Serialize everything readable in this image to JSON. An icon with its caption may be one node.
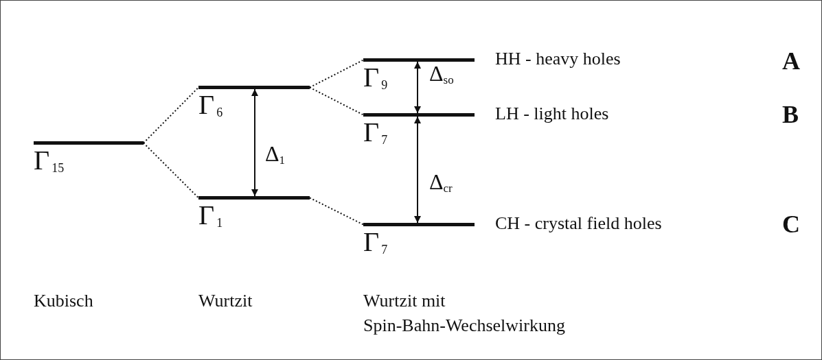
{
  "diagram": {
    "nodes": [
      {
        "text": [
          "Γ$_{15}$"
        ]
      },
      {
        "text": [
          "Γ$_{6}$"
        ]
      },
      {
        "text": [
          "Γ$_{1}$"
        ]
      },
      {
        "text": [
          "Γ$_{9}$"
        ],
        "beside": [
          "HH - heavy holes"
        ]
      },
      {
        "text": [
          "Γ$_{7}$"
        ],
        "beside": [
          "LH - light holes"
        ]
      },
      {
        "text": [
          "Γ$_{7}$"
        ],
        "beside": [
          "CH - crystal field holes"
        ]
      }
    ],
    "edges": [
      {
        "from": 0,
        "to": 1,
        "arrow": "none",
        "style": "dashed"
      },
      {
        "from": 0,
        "to": 2,
        "arrow": "none",
        "style": "dashed"
      },
      {
        "from": 1,
        "to": 3,
        "arrow": "none",
        "style": "dashed"
      },
      {
        "from": 1,
        "to": 4,
        "arrow": "none",
        "style": "dashed"
      },
      {
        "from": 2,
        "to": 5,
        "arrow": "none",
        "style": "dashed"
      },
      {
        "from": 1,
        "to": 2,
        "arrow": "both",
        "label": "Δ$_{1}$"
      },
      {
        "from": 3,
        "to": 4,
        "arrow": "both",
        "label": "Δ$_{so}$"
      },
      {
        "from": 4,
        "to": 5,
        "arrow": "both",
        "label": "Δ$_{cr}$"
      }
    ],
    "labels": [
      "A",
      "B",
      "C",
      "Kubisch",
      "Wurtzit",
      "Wurtzit mit Spin-Bahn-Wechselwirkung"
    ]
  }
}
